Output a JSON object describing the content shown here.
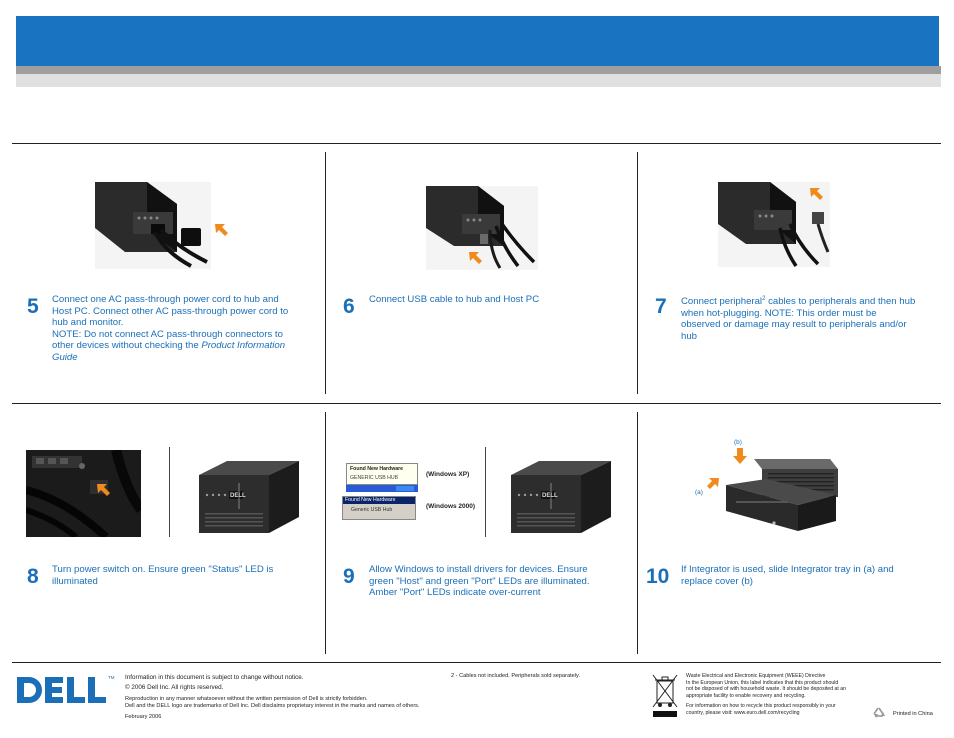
{
  "steps": [
    {
      "number": "5",
      "text": "Connect one AC pass-through power cord to hub and Host PC. Connect other AC pass-through power cord to hub and monitor.",
      "note": "NOTE: Do not connect AC pass-through connectors to other devices without checking the ",
      "note_italic": "Product Information Guide"
    },
    {
      "number": "6",
      "text": "Connect USB cable to hub and Host PC"
    },
    {
      "number": "7",
      "text_a": "Connect peripheral",
      "superscript": "2",
      "text_b": " cables to peripherals and then hub when hot-plugging. NOTE: This order must be observed or damage may result to peripherals and/or hub"
    },
    {
      "number": "8",
      "text": "Turn power switch on. Ensure green \"Status\" LED is illuminated"
    },
    {
      "number": "9",
      "text": "Allow Windows to install drivers for devices. Ensure green \"Host\" and green \"Port\" LEDs are illuminated. Amber \"Port\" LEDs indicate over-current"
    },
    {
      "number": "10",
      "text": "If Integrator is used, slide Integrator tray in (a) and replace cover (b)"
    }
  ],
  "screens": {
    "xp_label": "(Windows XP)",
    "win2000_label": "(Windows 2000)",
    "xp_balloon_title": "Found New Hardware",
    "xp_balloon_body": "GENERIC USB HUB",
    "win2000_dialog_title": "Found New Hardware",
    "win2000_dialog_body": "Generic USB Hub"
  },
  "integrator": {
    "label_a": "(a)",
    "label_b": "(b)"
  },
  "footer": {
    "trademark": "TM",
    "info_line1": "Information in this document is subject to change without notice.",
    "info_line2": "© 2006 Dell Inc. All rights reserved.",
    "repro_line1": "Reproduction in any manner whatsoever without the written permission of Dell is strictly forbidden.",
    "repro_line2": "Dell and the DELL logo are trademarks of Dell Inc. Dell disclaims proprietary interest in the marks and names of others.",
    "date": "February 2006",
    "cables_note": "2 - Cables not included. Peripherals sold separately.",
    "weee_title": "Waste Electrical and Electronic Equipment (WEEE) Directive",
    "weee_line1": "In the European Union, this label indicates that this product should",
    "weee_line2": "not be disposed of with household waste. It should be deposited at an",
    "weee_line3": "appropriate facility to enable recovery and recycling.",
    "weee_line4": "For information on how to recycle this product responsibly in your",
    "weee_line5": "country, please visit: www.euro.dell.com/recycling",
    "printed": "Printed in China"
  },
  "colors": {
    "accent": "#1a73c1",
    "text_blue": "#1a6fb8",
    "arrow": "#f08a1c"
  }
}
